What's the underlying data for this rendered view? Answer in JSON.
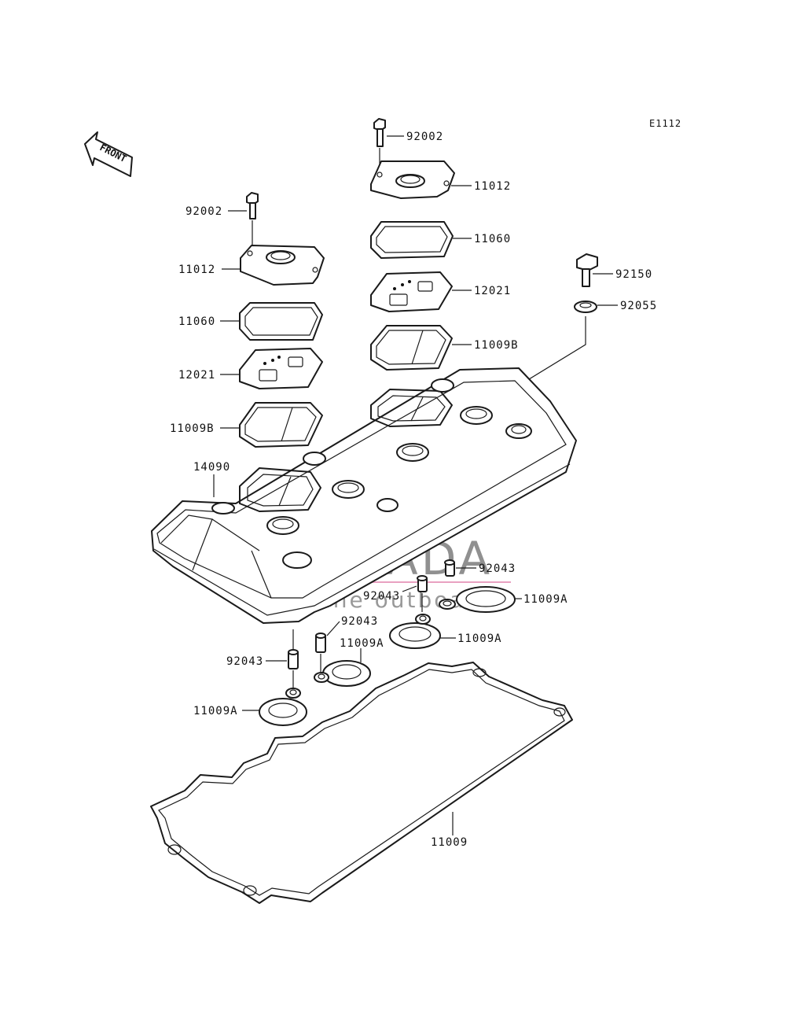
{
  "diagram_code": "E1112",
  "front_marker": "FRONT",
  "watermark": {
    "brand": "ARMADA",
    "tagline": "marine outboards",
    "accent_color": "#e07aa8",
    "text_color": "#555555"
  },
  "labels": {
    "bolt_left": "92002",
    "bolt_right": "92002",
    "cap_left": "11012",
    "cap_right": "11012",
    "gasket_left": "11060",
    "gasket_right": "11060",
    "plate_left": "12021",
    "plate_right": "12021",
    "gasket_b_left": "11009B",
    "gasket_b_right": "11009B",
    "bolt_cover": "92150",
    "washer": "92055",
    "head_cover": "14090",
    "dowel_a": "92043",
    "dowel_b": "92043",
    "dowel_c": "92043",
    "dowel_d": "92043",
    "oring_a": "11009A",
    "oring_b": "11009A",
    "oring_c": "11009A",
    "oring_d": "11009A",
    "main_gasket": "11009"
  }
}
